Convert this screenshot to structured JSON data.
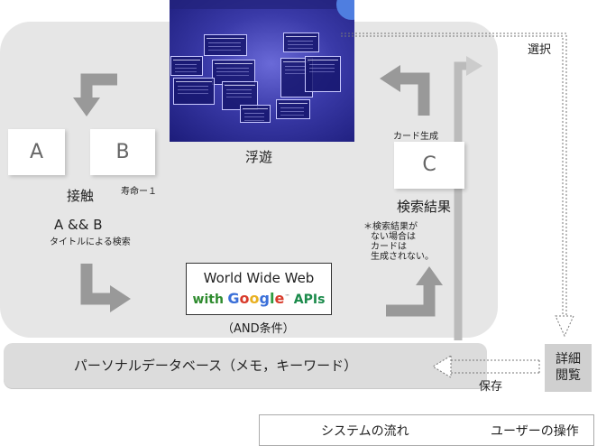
{
  "cards": {
    "a": "A",
    "b": "B",
    "c": "C"
  },
  "labels": {
    "float": "浮遊",
    "contact": "接触",
    "lifespan": "寿命ー１",
    "and_ab": "A && B",
    "title_search": "タイトルによる検索",
    "card_gen": "カード生成",
    "search_result": "検索結果",
    "note_lines": [
      "＊検索結果が",
      "ない場合は",
      "カードは",
      "生成されない。"
    ],
    "and_cond": "（AND条件）",
    "select": "選択",
    "save": "保存",
    "detail": [
      "詳細",
      "閲覧"
    ]
  },
  "google_box": {
    "line1": "World Wide Web",
    "with": "with",
    "google": "Google",
    "apis": "APIs"
  },
  "database": {
    "label": "パーソナルデータベース（メモ，キーワード）"
  },
  "legend": {
    "system_flow": "システムの流れ",
    "user_op": "ユーザーの操作"
  },
  "colors": {
    "flow_arrow": "#999999",
    "panel_bg": "#e6e6e6",
    "float_bg": "#3a3aa8",
    "google": [
      "#3a6fd8",
      "#d83a2a",
      "#e8b020",
      "#3a6fd8",
      "#2e9a3e",
      "#d83a2a"
    ]
  },
  "icons": {
    "system_arrow": "solid-gray-arrow",
    "user_arrow": "dashed-outline-arrow"
  }
}
